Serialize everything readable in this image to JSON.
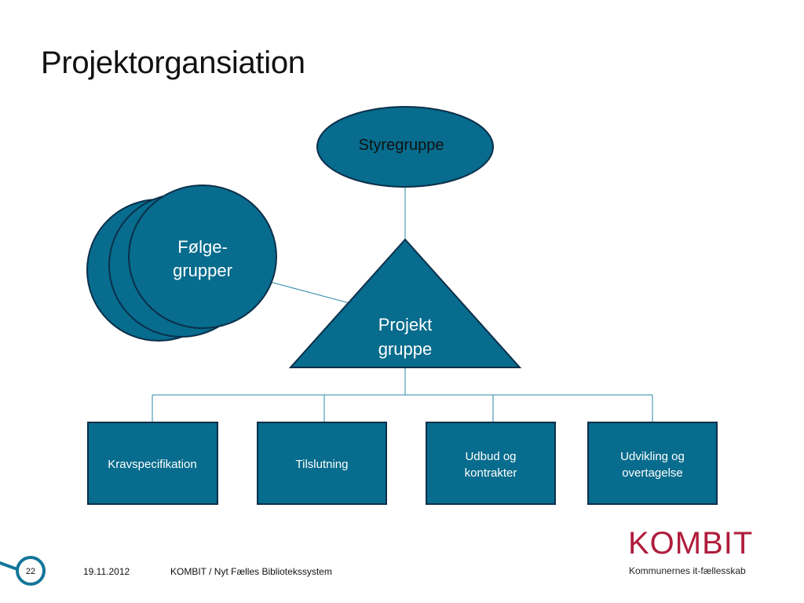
{
  "slide": {
    "title": "Projektorgansiation",
    "page_number": "22",
    "date": "19.11.2012",
    "footer_text": "KOMBIT / Nyt Fælles Bibliotekssystem"
  },
  "brand": {
    "name": "KOMBIT",
    "tagline": "Kommunernes it-fællesskab"
  },
  "colors": {
    "node_fill": "#076c8d",
    "node_stroke": "#0b2f4a",
    "connector": "#2e8aa8",
    "brand": "#b01c3c"
  },
  "diagram": {
    "steering": {
      "label": "Styregruppe"
    },
    "followers": {
      "line1": "Følge-",
      "line2": "grupper"
    },
    "project": {
      "line1": "Projekt",
      "line2": "gruppe"
    },
    "workstreams": [
      {
        "line1": "Kravspecifikation",
        "line2": ""
      },
      {
        "line1": "Tilslutning",
        "line2": ""
      },
      {
        "line1": "Udbud og",
        "line2": "kontrakter"
      },
      {
        "line1": "Udvikling og",
        "line2": "overtagelse"
      }
    ]
  }
}
